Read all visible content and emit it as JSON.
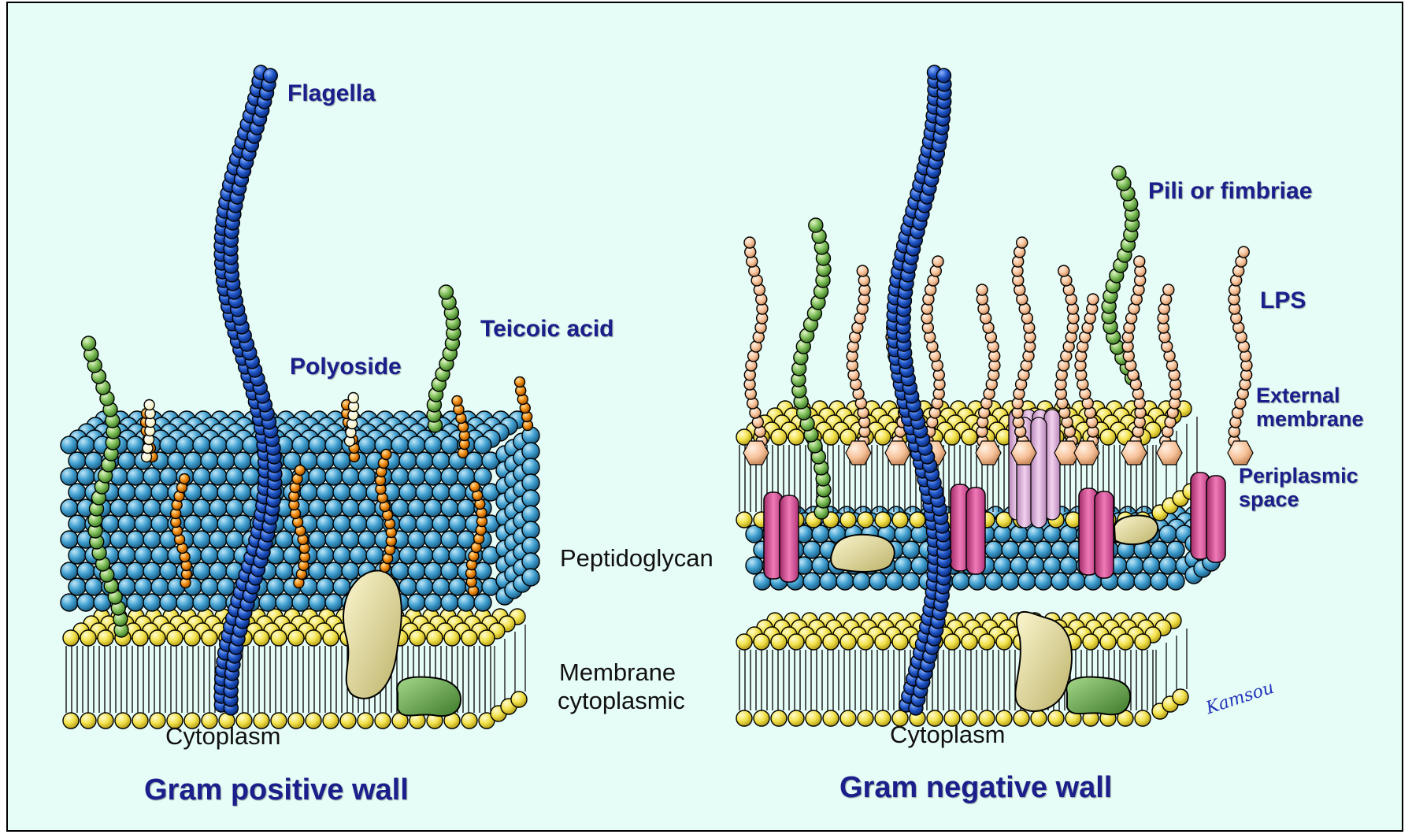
{
  "labels": {
    "flagella": "Flagella",
    "teicoic_acid": "Teicoic acid",
    "polyoside": "Polyoside",
    "peptidoglycan": "Peptidoglycan",
    "membrane_cytoplasmic": [
      "Membrane",
      "cytoplasmic"
    ],
    "cytoplasm_left": "Cytoplasm",
    "gram_positive": "Gram positive wall",
    "pili": "Pili or fimbriae",
    "lps": "LPS",
    "external_membrane": [
      "External",
      "membrane"
    ],
    "periplasmic_space": [
      "Periplasmic",
      "space"
    ],
    "cytoplasm_right": "Cytoplasm",
    "gram_negative": "Gram negative wall"
  },
  "signature": "Kamsou",
  "colors": {
    "background": "#e6fcf6",
    "label_blue": "#1a1f8c",
    "lipid_head": "#f2e24b",
    "peptidoglycan": "#3f9fd0",
    "flagella": "#1f55c8",
    "pili": "#7fbf5a",
    "teichoic": "#f08a10",
    "lps": "#f7c29a",
    "porin": "#d0468f",
    "protein_tube": "#d8a8d8",
    "protein_cream": "#e9e2a8",
    "protein_green": "#5c9a44"
  }
}
